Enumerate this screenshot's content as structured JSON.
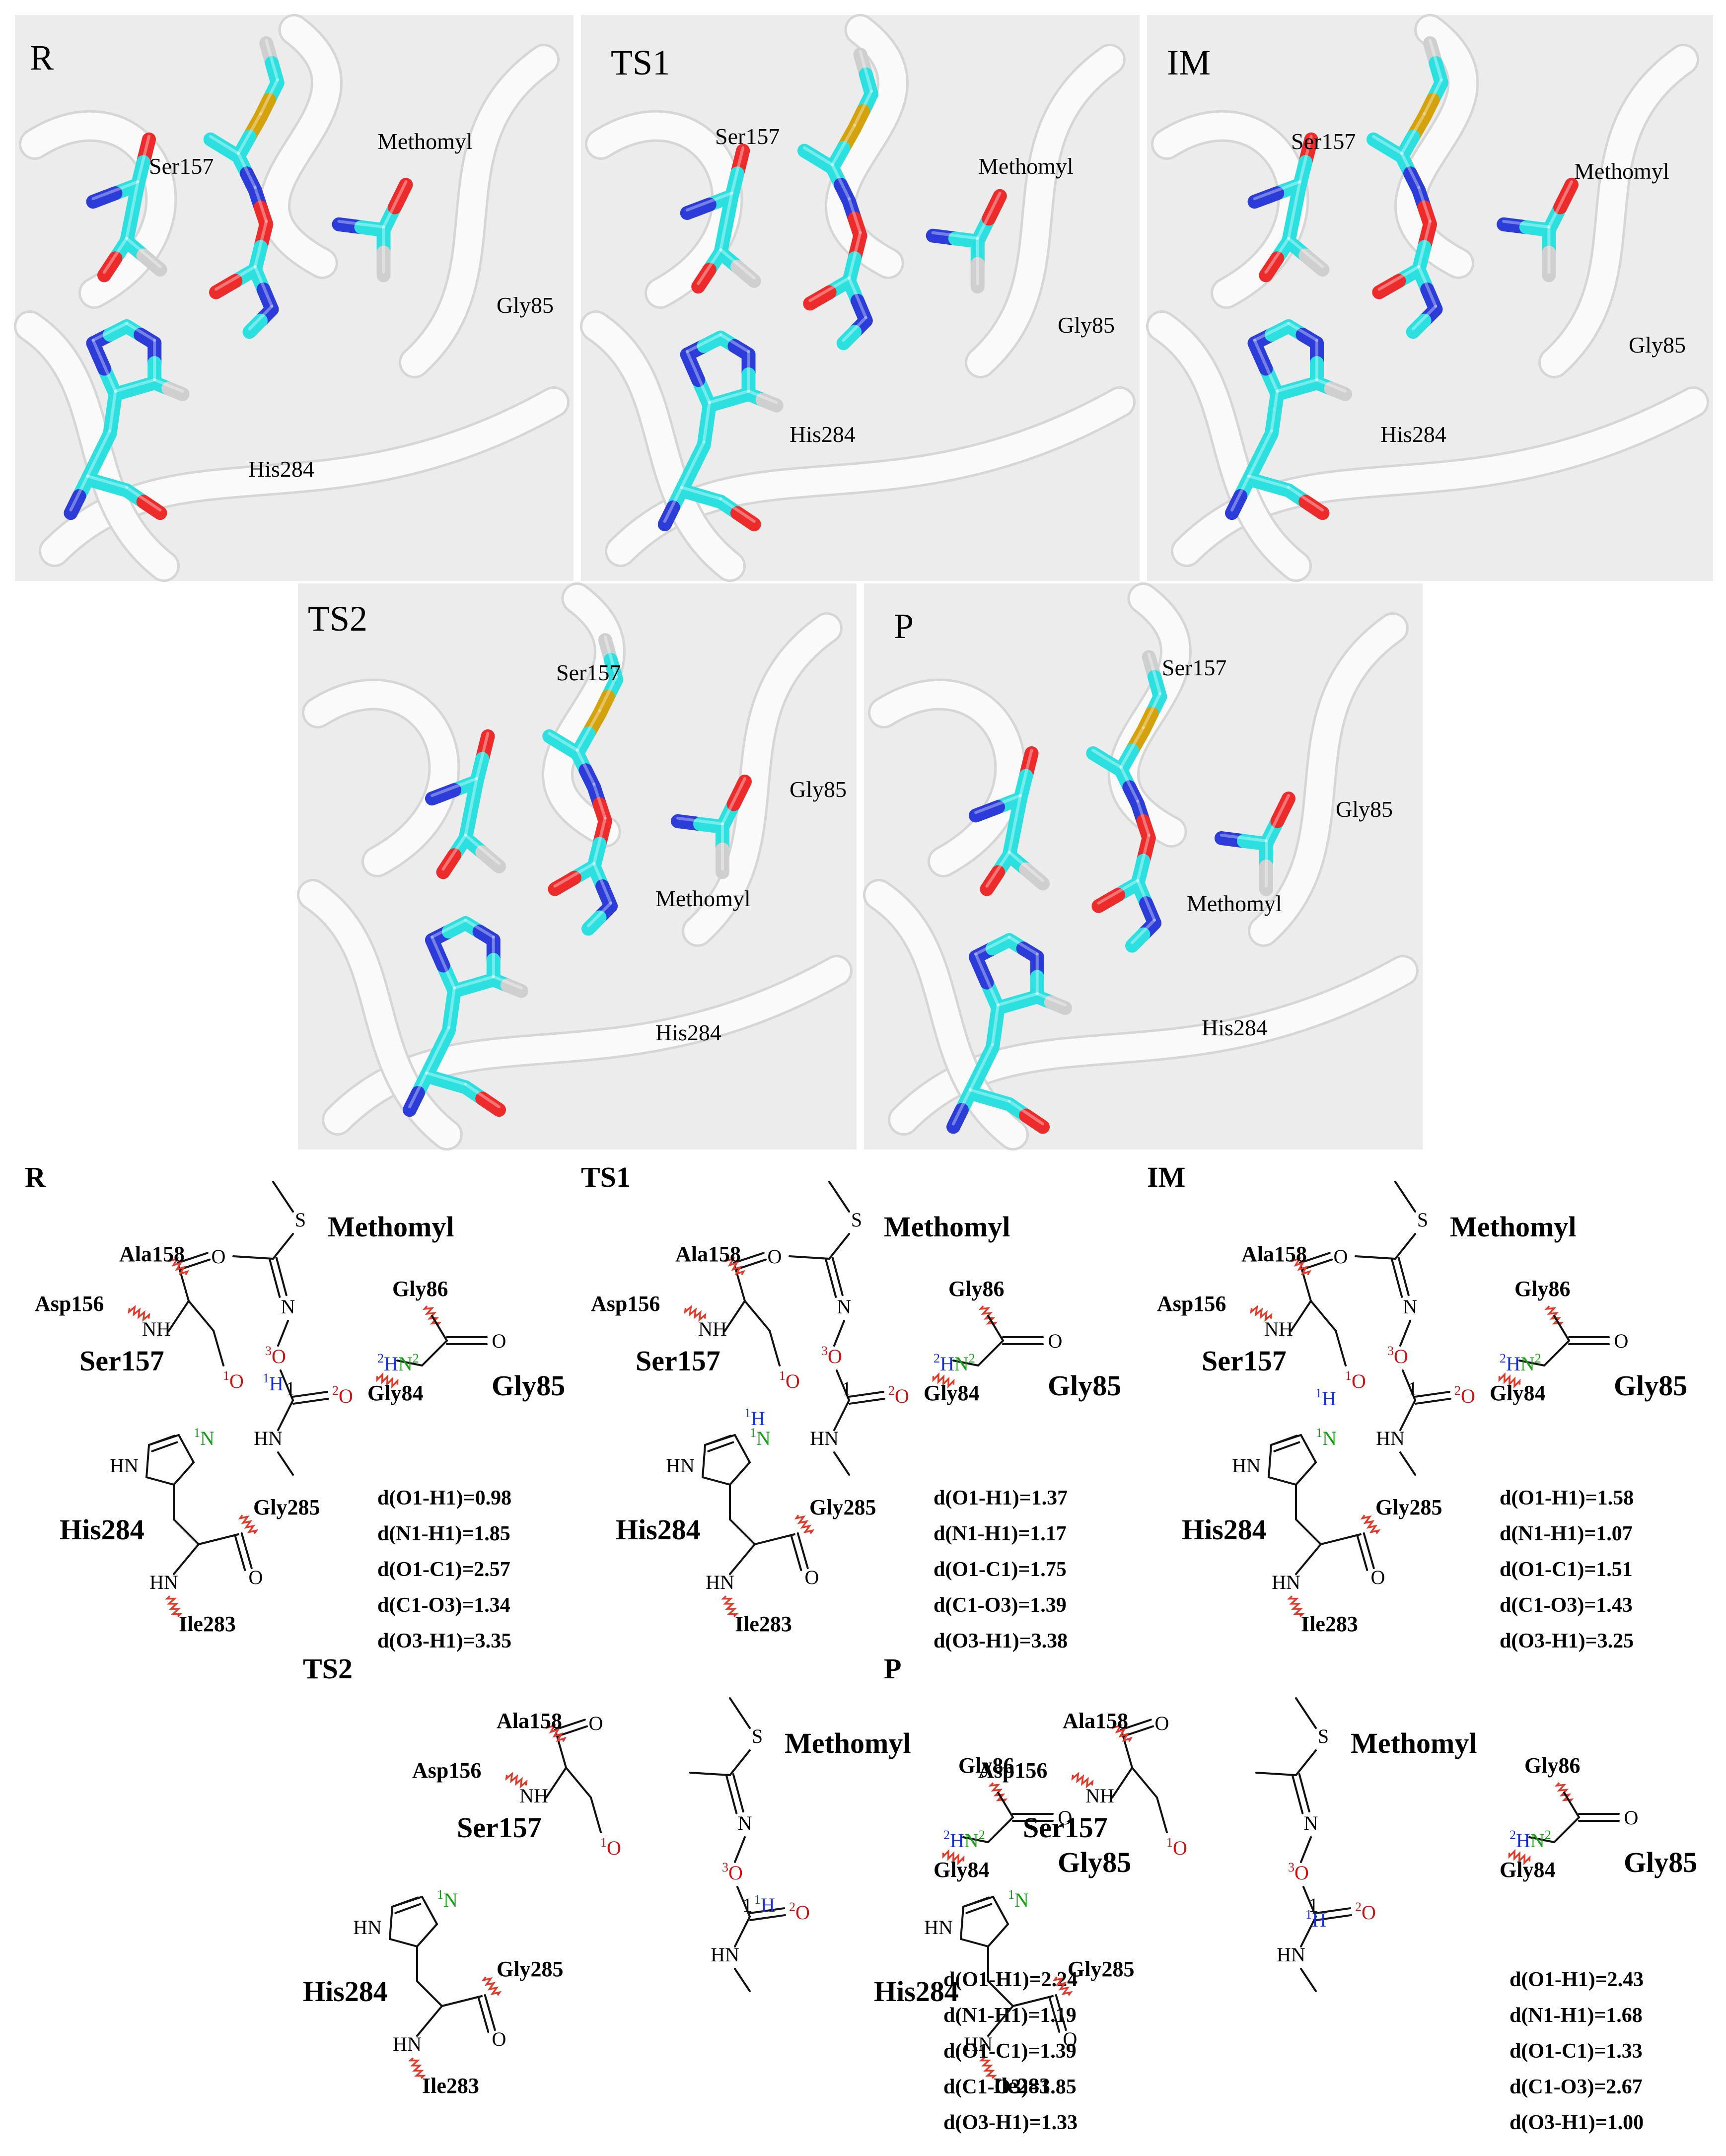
{
  "colors": {
    "carbon": "#2de0e0",
    "hydrogen": "#cfcfcf",
    "oxygen": "#ee2b2b",
    "nitrogen": "#2b3cd8",
    "sulfur": "#d4a20c",
    "o_label": "#d01010",
    "n_label": "#14a014",
    "h_label": "#1530e0",
    "c_index": "#a020c0",
    "cut_mark": "#e03a2a"
  },
  "structures": [
    {
      "tag": "R",
      "labels": {
        "ser": "Ser157",
        "met": "Methomyl",
        "gly": "Gly85",
        "his": "His284"
      }
    },
    {
      "tag": "TS1",
      "labels": {
        "ser": "Ser157",
        "met": "Methomyl",
        "gly": "Gly85",
        "his": "His284"
      }
    },
    {
      "tag": "IM",
      "labels": {
        "ser": "Ser157",
        "met": "Methomyl",
        "gly": "Gly85",
        "his": "His284"
      }
    },
    {
      "tag": "TS2",
      "labels": {
        "ser": "Ser157",
        "met": "Methomyl",
        "gly": "Gly85",
        "his": "His284"
      }
    },
    {
      "tag": "P",
      "labels": {
        "ser": "Ser157",
        "met": "Methomyl",
        "gly": "Gly85",
        "his": "His284"
      }
    }
  ],
  "schemes": [
    {
      "tag": "R",
      "residues": {
        "ala158": "Ala158",
        "asp156": "Asp156",
        "ser157": "Ser157",
        "methomyl": "Methomyl",
        "gly86": "Gly86",
        "gly84": "Gly84",
        "gly85": "Gly85",
        "his284": "His284",
        "gly285": "Gly285",
        "ile283": "Ile283"
      },
      "measurements": [
        "d(O1-H1)=0.98",
        "d(N1-H1)=1.85",
        "d(O1-C1)=2.57",
        "d(C1-O3)=1.34",
        "d(O3-H1)=3.35"
      ]
    },
    {
      "tag": "TS1",
      "residues": {
        "ala158": "Ala158",
        "asp156": "Asp156",
        "ser157": "Ser157",
        "methomyl": "Methomyl",
        "gly86": "Gly86",
        "gly84": "Gly84",
        "gly85": "Gly85",
        "his284": "His284",
        "gly285": "Gly285",
        "ile283": "Ile283"
      },
      "measurements": [
        "d(O1-H1)=1.37",
        "d(N1-H1)=1.17",
        "d(O1-C1)=1.75",
        "d(C1-O3)=1.39",
        "d(O3-H1)=3.38"
      ]
    },
    {
      "tag": "IM",
      "residues": {
        "ala158": "Ala158",
        "asp156": "Asp156",
        "ser157": "Ser157",
        "methomyl": "Methomyl",
        "gly86": "Gly86",
        "gly84": "Gly84",
        "gly85": "Gly85",
        "his284": "His284",
        "gly285": "Gly285",
        "ile283": "Ile283"
      },
      "measurements": [
        "d(O1-H1)=1.58",
        "d(N1-H1)=1.07",
        "d(O1-C1)=1.51",
        "d(C1-O3)=1.43",
        "d(O3-H1)=3.25"
      ]
    },
    {
      "tag": "TS2",
      "residues": {
        "ala158": "Ala158",
        "asp156": "Asp156",
        "ser157": "Ser157",
        "methomyl": "Methomyl",
        "gly86": "Gly86",
        "gly84": "Gly84",
        "gly85": "Gly85",
        "his284": "His284",
        "gly285": "Gly285",
        "ile283": "Ile283"
      },
      "measurements": [
        "d(O1-H1)=2.24",
        "d(N1-H1)=1.19",
        "d(O1-C1)=1.39",
        "d(C1-O3)=1.85",
        "d(O3-H1)=1.33"
      ]
    },
    {
      "tag": "P",
      "residues": {
        "ala158": "Ala158",
        "asp156": "Asp156",
        "ser157": "Ser157",
        "methomyl": "Methomyl",
        "gly86": "Gly86",
        "gly84": "Gly84",
        "gly85": "Gly85",
        "his284": "His284",
        "gly285": "Gly285",
        "ile283": "Ile283"
      },
      "measurements": [
        "d(O1-H1)=2.43",
        "d(N1-H1)=1.68",
        "d(O1-C1)=1.33",
        "d(C1-O3)=2.67",
        "d(O3-H1)=1.00"
      ]
    }
  ]
}
